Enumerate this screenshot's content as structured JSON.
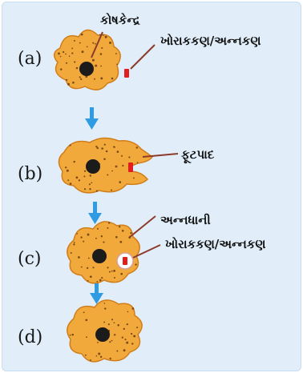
{
  "colors": {
    "background": "#e1eef9",
    "cell_fill": "#f2a93b",
    "cell_edge": "#d07d1a",
    "nucleus": "#1b1b1b",
    "dots": "#7a4a10",
    "food": "#e31d1d",
    "arrow": "#2f9be3",
    "pointer": "#8c3a2b"
  },
  "steps": [
    {
      "id": "a",
      "label": "(a)"
    },
    {
      "id": "b",
      "label": "(b)"
    },
    {
      "id": "c",
      "label": "(c)"
    },
    {
      "id": "d",
      "label": "(d)"
    }
  ],
  "labels": {
    "nucleus": "કોષકેન્દ્ર",
    "food_particle_a": "ખોરાકકણ/અન્નકણ",
    "pseudopod": "ફૂટપાદ",
    "food_vacuole": "અન્નધાની",
    "food_particle_c": "ખોરાકકણ/અન્નકણ"
  }
}
